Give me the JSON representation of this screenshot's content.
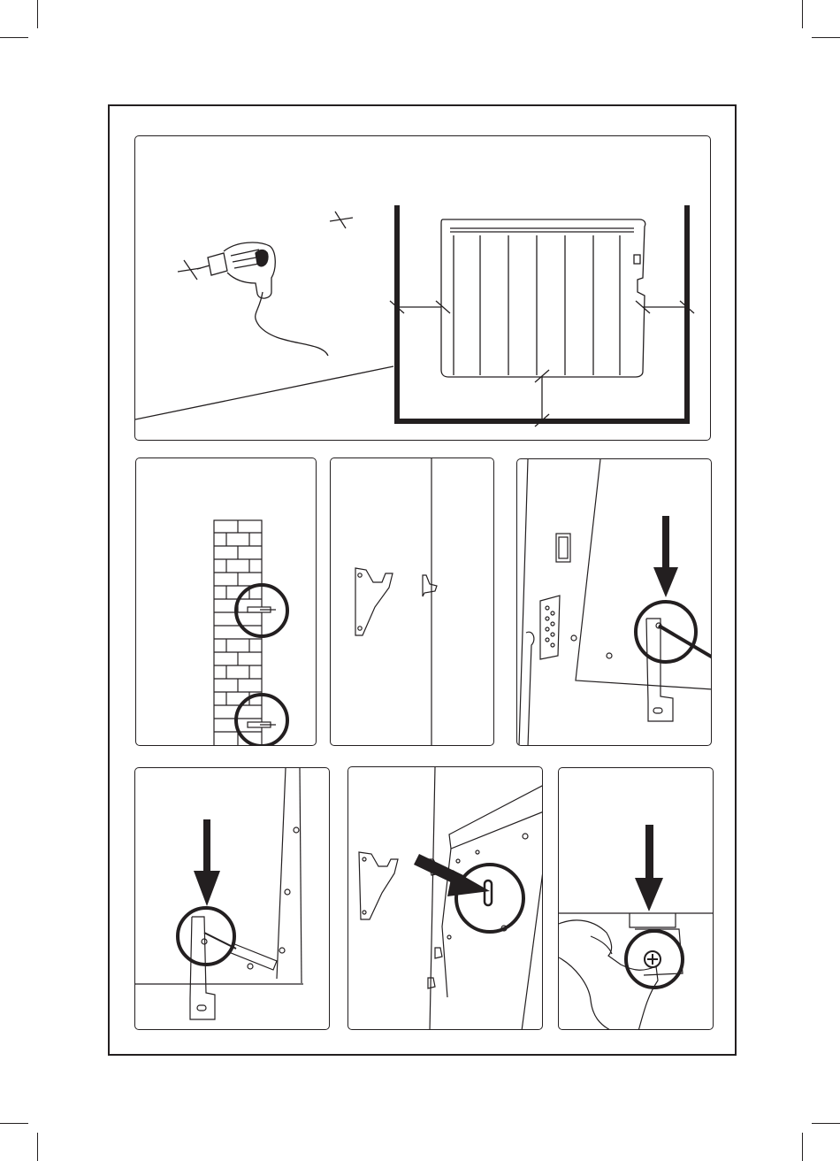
{
  "document": {
    "type": "installation-instructions-page",
    "colors": {
      "ink": "#231f20",
      "paper": "#ffffff"
    },
    "panels": [
      {
        "name": "drilling-and-clearances",
        "icons": [
          "drill-icon",
          "heater-icon",
          "measurement-mark-icon"
        ]
      },
      {
        "name": "wall-anchors",
        "icons": [
          "brick-wall-icon",
          "magnify-circle-icon",
          "wall-plug-icon"
        ]
      },
      {
        "name": "wall-brackets",
        "icons": [
          "bracket-icon",
          "wall-hook-icon"
        ]
      },
      {
        "name": "left-bracket-screw",
        "icons": [
          "down-arrow-icon",
          "magnify-circle-icon",
          "screwdriver-icon"
        ]
      },
      {
        "name": "right-bracket-screw",
        "icons": [
          "down-arrow-icon",
          "magnify-circle-icon",
          "screwdriver-icon"
        ]
      },
      {
        "name": "hang-heater",
        "icons": [
          "diagonal-arrow-icon",
          "magnify-circle-icon",
          "bracket-icon"
        ]
      },
      {
        "name": "tighten-screw",
        "icons": [
          "down-arrow-icon",
          "hand-icon",
          "screw-head-icon"
        ]
      }
    ]
  }
}
